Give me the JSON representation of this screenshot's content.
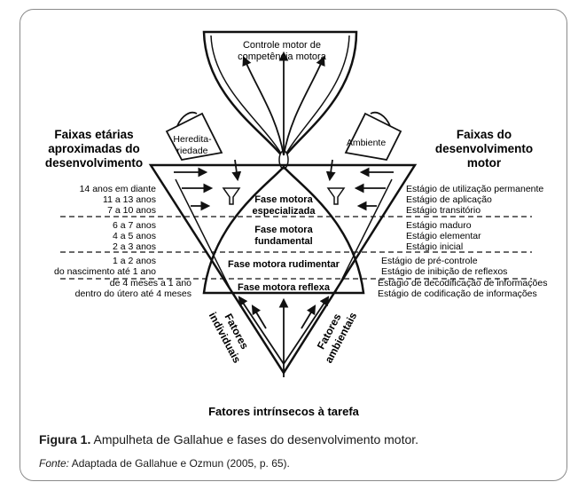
{
  "top_label": [
    "Controle motor de",
    "competência motora"
  ],
  "left_header": [
    "Faixas etárias",
    "aproximadas do",
    "desenvolvimento"
  ],
  "right_header": [
    "Faixas do",
    "desenvolvimento",
    "motor"
  ],
  "heredity_label": [
    "Heredita-",
    "riedade"
  ],
  "environment_label": "Ambiente",
  "phases": {
    "specialized": [
      "Fase motora",
      "especializada"
    ],
    "fundamental": [
      "Fase motora",
      "fundamental"
    ],
    "rudimentary": "Fase motora rudimentar",
    "reflex": "Fase motora reflexa"
  },
  "ages": [
    "14 anos em diante",
    "11 a 13 anos",
    "7 a 10 anos",
    "6 a 7 anos",
    "4 a 5 anos",
    "2 a 3 anos",
    "1 a 2 anos",
    "do nascimento até 1 ano",
    "de 4 meses a 1 ano",
    "dentro do útero até 4 meses"
  ],
  "stages": [
    "Estágio de utilização permanente",
    "Estágio de aplicação",
    "Estágio transitório",
    "Estágio maduro",
    "Estágio elementar",
    "Estágio inicial",
    "Estágio de pré-controle",
    "Estágio de inibição de reflexos",
    "Estágio de decodificação de informações",
    "Estágio de codificação de informações"
  ],
  "factors_individual": [
    "Fatores",
    "individuais"
  ],
  "factors_environmental": [
    "Fatores",
    "ambientais"
  ],
  "task_factors": "Fatores intrínsecos à tarefa",
  "caption": {
    "label": "Figura 1.",
    "text": " Ampulheta de Gallahue e fases do desenvolvimento motor.",
    "source_label": "Fonte:",
    "source_text": " Adaptada de Gallahue e Ozmun (2005, p. 65)."
  }
}
